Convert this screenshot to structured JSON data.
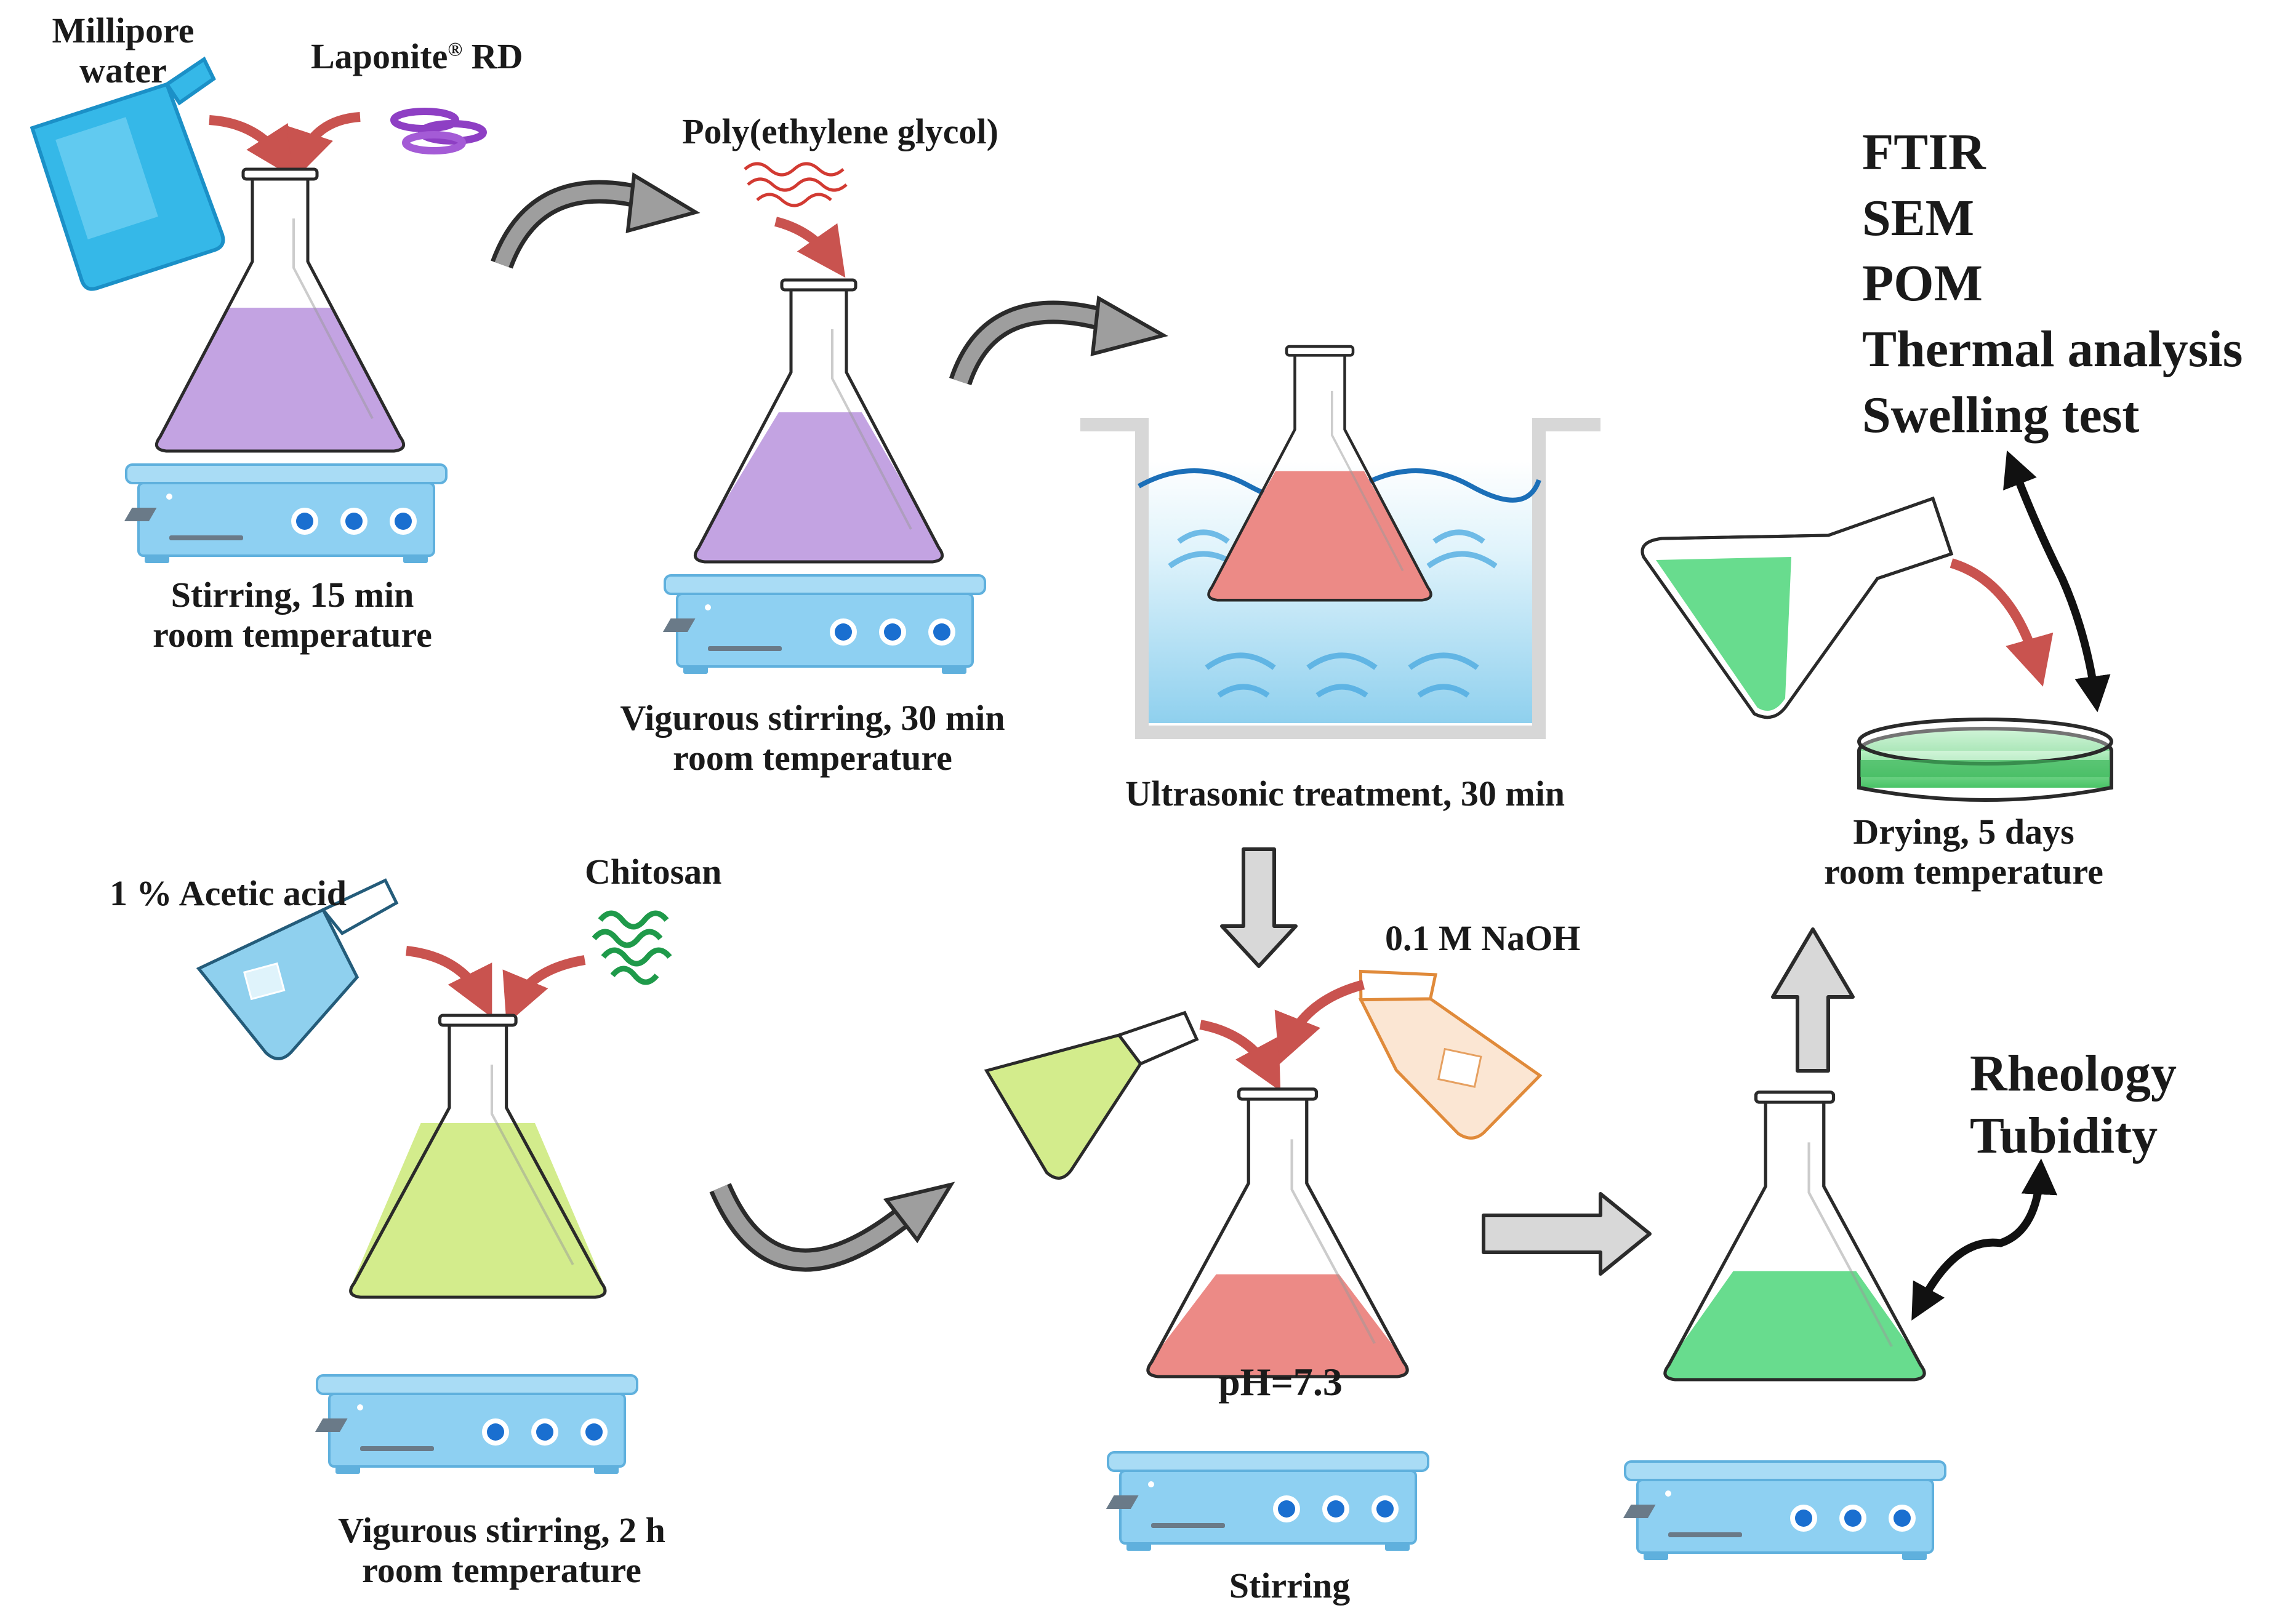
{
  "colors": {
    "water_blue": "#35b8e8",
    "laponite_purple": "#8e3fc4",
    "peg_red": "#d23a32",
    "chitosan_green": "#1f9a4a",
    "purple_liquid": "#c3a3e2",
    "salmon_liquid": "#ec8a86",
    "yellowgreen_liquid": "#d3ec8c",
    "green_liquid": "#68dc8e",
    "stirrer_blue": "#8ed0f2",
    "arrow_red": "#c9534f",
    "arrow_grey": "#9e9e9e"
  },
  "icons": [
    "flask-icon",
    "beaker-icon",
    "hot-plate-stirrer-icon",
    "ultrasonic-bath-icon",
    "petri-dish-icon",
    "laponite-discs-icon",
    "polymer-chain-icon",
    "curved-arrow-icon",
    "block-arrow-icon",
    "double-headed-arrow-icon"
  ],
  "inputs": {
    "millipore_water": [
      "Millipore",
      "water"
    ],
    "laponite_name": "Laponite",
    "laponite_mark": "®",
    "laponite_grade": " RD",
    "peg": "Poly(ethylene glycol)",
    "acetic_acid": "1 % Acetic acid",
    "chitosan": "Chitosan",
    "naoh": "0.1 M NaOH"
  },
  "steps": {
    "step1": [
      "Stirring, 15 min",
      "room temperature"
    ],
    "step2": [
      "Vigurous stirring, 30 min",
      "room temperature"
    ],
    "step3": "Ultrasonic treatment, 30 min",
    "step4": [
      "Vigurous stirring, 2 h",
      "room temperature"
    ],
    "step5": "Stirring",
    "step6": [
      "Drying, 5 days",
      "room temperature"
    ]
  },
  "flask_text": {
    "ph": "pH=7.3"
  },
  "characterization": {
    "dry": [
      "FTIR",
      "SEM",
      "POM",
      "Thermal analysis",
      "Swelling test"
    ],
    "solution": [
      "Rheology",
      "Tubidity"
    ]
  }
}
